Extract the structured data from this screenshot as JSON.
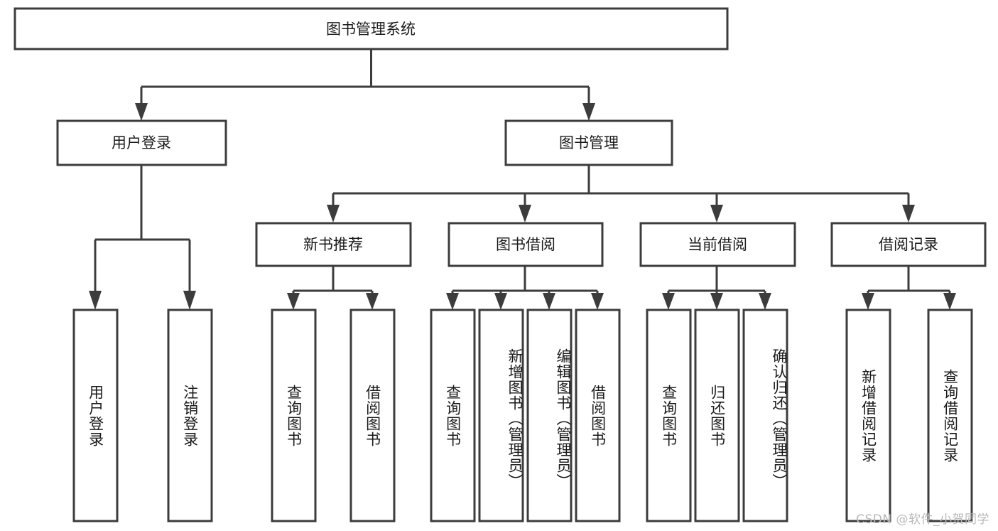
{
  "diagram": {
    "type": "tree",
    "title": "图书管理系统",
    "watermark": "CSDN @软件_小贺同学",
    "colors": {
      "stroke": "#3c3c3c",
      "fill": "#ffffff",
      "text": "#1a1a1a",
      "watermark": "#b9b9b9"
    },
    "root": {
      "label": "图书管理系统"
    },
    "level1": [
      {
        "label": "用户登录"
      },
      {
        "label": "图书管理"
      }
    ],
    "level2": [
      {
        "label": "新书推荐"
      },
      {
        "label": "图书借阅"
      },
      {
        "label": "当前借阅"
      },
      {
        "label": "借阅记录"
      }
    ],
    "leaves": {
      "user_login": [
        {
          "label": "用户登录"
        },
        {
          "label": "注销登录"
        }
      ],
      "new_book_recommend": [
        {
          "label": "查询图书"
        },
        {
          "label": "借阅图书"
        }
      ],
      "book_borrow": [
        {
          "label": "查询图书"
        },
        {
          "label": "新增图书（管理员）"
        },
        {
          "label": "编辑图书（管理员）"
        },
        {
          "label": "借阅图书"
        }
      ],
      "current_borrow": [
        {
          "label": "查询图书"
        },
        {
          "label": "归还图书"
        },
        {
          "label": "确认归还（管理员）"
        }
      ],
      "borrow_record": [
        {
          "label": "新增借阅记录"
        },
        {
          "label": "查询借阅记录"
        }
      ]
    }
  }
}
